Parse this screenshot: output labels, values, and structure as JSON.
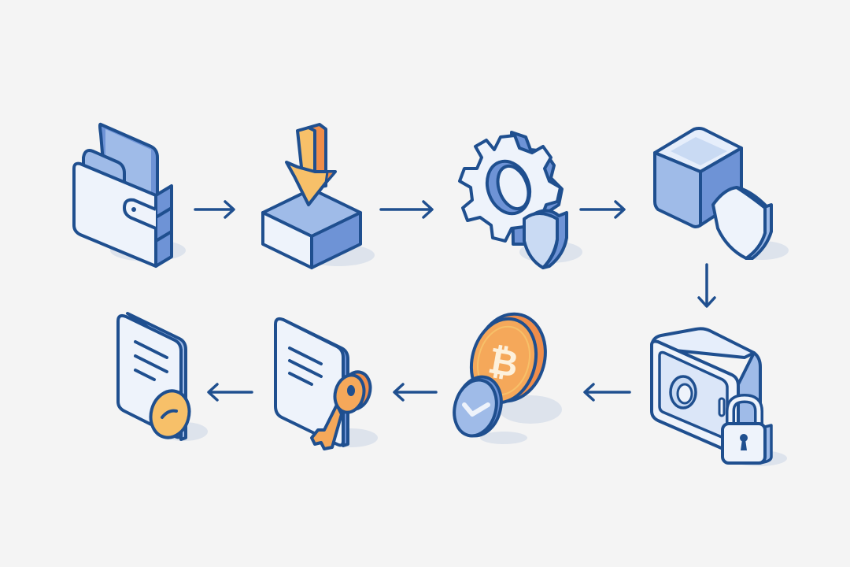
{
  "diagram": {
    "type": "process-flow",
    "layout": "two-row snake (left-to-right, down, right-to-left)",
    "colors": {
      "background": "#f4f4f4",
      "outline": "#1f4f8f",
      "blue_light": "#e9f0fb",
      "blue_mid": "#9fbbe8",
      "blue_dark": "#6e93d6",
      "orange_light": "#f7c069",
      "orange_dark": "#ef8d4a",
      "shadow": "#dde3ec"
    },
    "steps": [
      {
        "id": 1,
        "label": "Wallet",
        "icon": "wallet-icon"
      },
      {
        "id": 2,
        "label": "Deposit to box",
        "icon": "download-box-icon"
      },
      {
        "id": 3,
        "label": "Secure settings",
        "icon": "gear-shield-icon"
      },
      {
        "id": 4,
        "label": "Protected server",
        "icon": "server-shield-icon"
      },
      {
        "id": 5,
        "label": "Locked safe",
        "icon": "safe-lock-icon"
      },
      {
        "id": 6,
        "label": "Verified Bitcoin",
        "icon": "bitcoin-check-icon"
      },
      {
        "id": 7,
        "label": "Document with key",
        "icon": "document-key-icon"
      },
      {
        "id": 8,
        "label": "Signed document",
        "icon": "document-seal-icon"
      }
    ],
    "connectors": [
      {
        "from": 1,
        "to": 2,
        "direction": "right"
      },
      {
        "from": 2,
        "to": 3,
        "direction": "right"
      },
      {
        "from": 3,
        "to": 4,
        "direction": "right"
      },
      {
        "from": 4,
        "to": 5,
        "direction": "down"
      },
      {
        "from": 5,
        "to": 6,
        "direction": "left"
      },
      {
        "from": 6,
        "to": 7,
        "direction": "left"
      },
      {
        "from": 7,
        "to": 8,
        "direction": "left"
      }
    ]
  }
}
